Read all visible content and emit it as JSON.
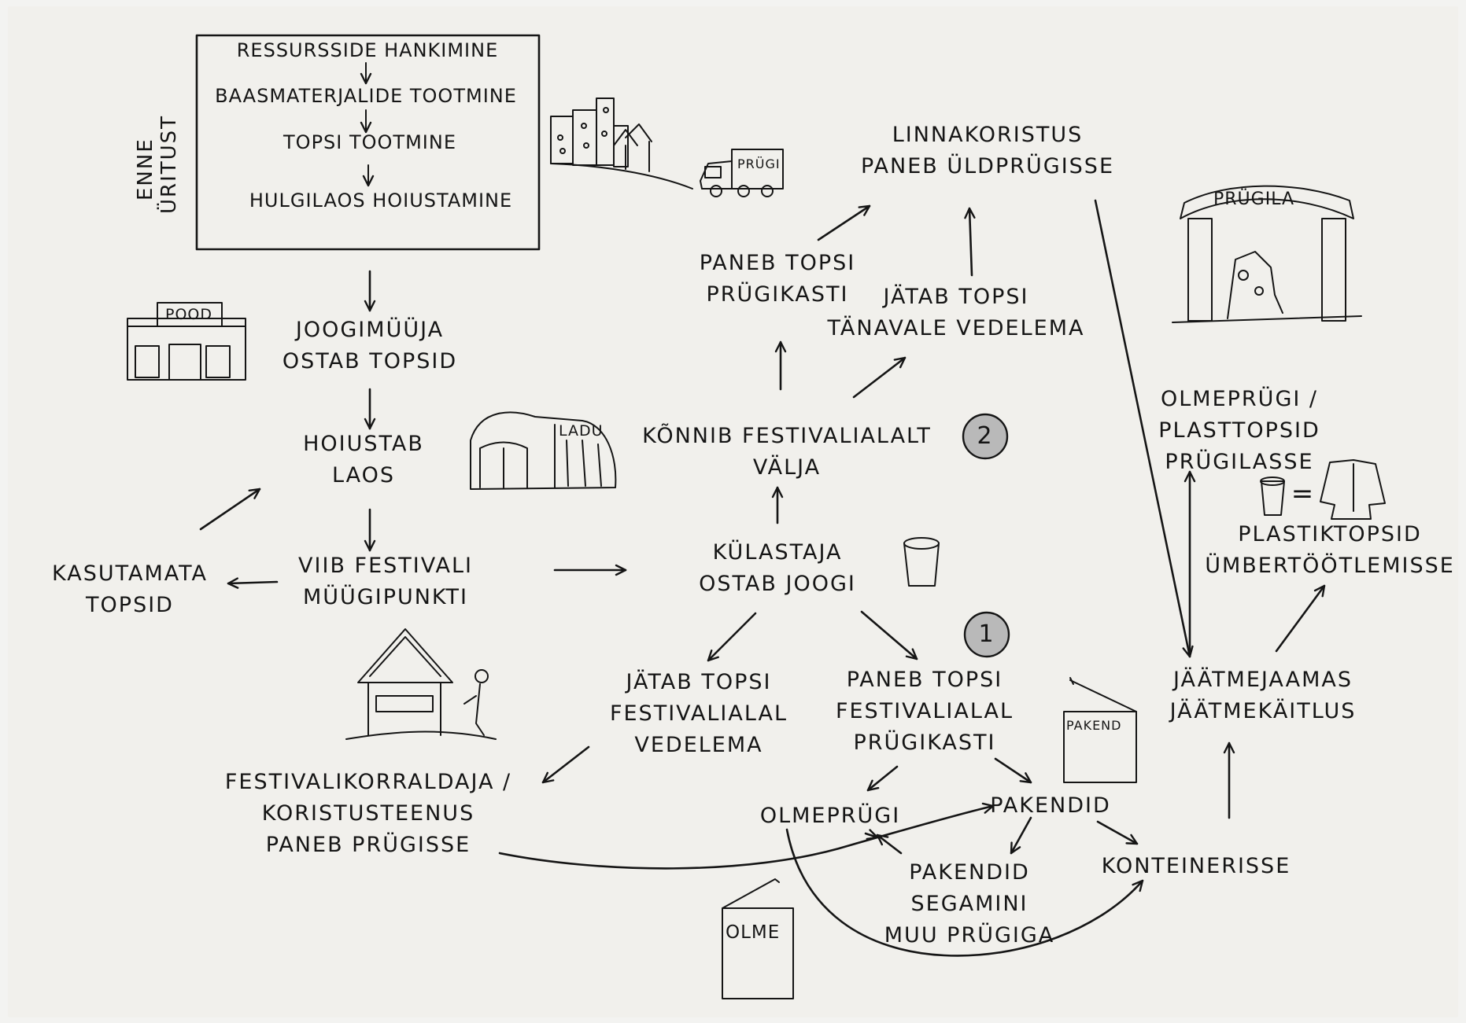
{
  "before_event": {
    "side_label": [
      "ENNE",
      "ÜRITUST"
    ],
    "steps": [
      "RESSURSSIDE HANKIMINE",
      "BAASMATERJALIDE TOOTMINE",
      "TOPSI TOOTMINE",
      "HULGILAOS HOIUSTAMINE"
    ]
  },
  "signs": {
    "shop": "POOD",
    "warehouse": "LADU",
    "truck": "PRÜGI",
    "landfill": "PRÜGILA",
    "packaging_bin": "PAKEND",
    "mixed_bin": "OLME"
  },
  "nodes": {
    "vendor": [
      "JOOGIMÜÜJA",
      "OSTAB TOPSID"
    ],
    "storage": [
      "HOIUSTAB",
      "LAOS"
    ],
    "sales_point": [
      "VIIB FESTIVALI",
      "MÜÜGIPUNKTI"
    ],
    "unused": [
      "KASUTAMATA",
      "TOPSID"
    ],
    "visitor": [
      "KÜLASTAJA",
      "OSTAB JOOGI"
    ],
    "walk_out": [
      "KÕNNIB FESTIVALIALALT",
      "VÄLJA"
    ],
    "street_bin": [
      "PANEB TOPSI",
      "PRÜGIKASTI"
    ],
    "street_litter": [
      "JÄTAB TOPSI",
      "TÄNAVALE VEDELEMA"
    ],
    "city_cleaning": [
      "LINNAKORISTUS",
      "PANEB ÜLDPRÜGISSE"
    ],
    "festival_litter": [
      "JÄTAB TOPSI",
      "FESTIVALIALAL",
      "VEDELEMA"
    ],
    "festival_bin": [
      "PANEB TOPSI",
      "FESTIVALIALAL",
      "PRÜGIKASTI"
    ],
    "organizer": [
      "FESTIVALIKORRALDAJA /",
      "KORISTUSTEENUS",
      "PANEB PRÜGISSE"
    ],
    "mixed_waste": [
      "OLMEPRÜGI"
    ],
    "packaging": [
      "PAKENDID"
    ],
    "packaging_mixed": [
      "PAKENDID",
      "SEGAMINI",
      "MUU PRÜGIGA"
    ],
    "container": [
      "KONTEINERISSE"
    ],
    "waste_station": [
      "JÄÄTMEJAAMAS",
      "JÄÄTMEKÄITLUS"
    ],
    "landfill_dest": [
      "OLMEPRÜGI /",
      "PLASTTOPSID",
      "PRÜGILASSE"
    ],
    "recycling": [
      "PLASTIKTOPSID",
      "ÜMBERTÖÖTLEMISSE"
    ]
  },
  "equation": {
    "equals": "="
  },
  "badges": {
    "scenario_1": "1",
    "scenario_2": "2"
  }
}
